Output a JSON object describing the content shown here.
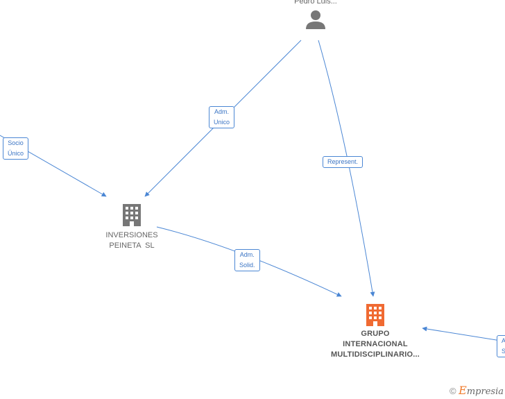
{
  "colors": {
    "edge": "#4a86d4",
    "node_gray": "#777777",
    "node_highlight": "#f06a32"
  },
  "nodes": {
    "person": {
      "label": "Pedro Luis...",
      "icon": "person-icon"
    },
    "inversiones": {
      "label_line1": "INVERSIONES",
      "label_line2": "PEINETA  SL",
      "icon": "building-icon"
    },
    "grupo": {
      "label_line1": "GRUPO",
      "label_line2": "INTERNACIONAL",
      "label_line3": "MULTIDISCIPLINARIO...",
      "icon": "building-icon"
    }
  },
  "edges": {
    "socio_unico": {
      "line1": "Socio",
      "line2": "Único"
    },
    "adm_unico": {
      "line1": "Adm.",
      "line2": "Unico"
    },
    "represent": {
      "line1": "Represent."
    },
    "adm_solid": {
      "line1": "Adm.",
      "line2": "Solid."
    },
    "right_partial": {
      "line1": "A",
      "line2": "S"
    }
  },
  "footer": {
    "copyright": "©",
    "brand_initial": "E",
    "brand_rest": "mpresia"
  }
}
